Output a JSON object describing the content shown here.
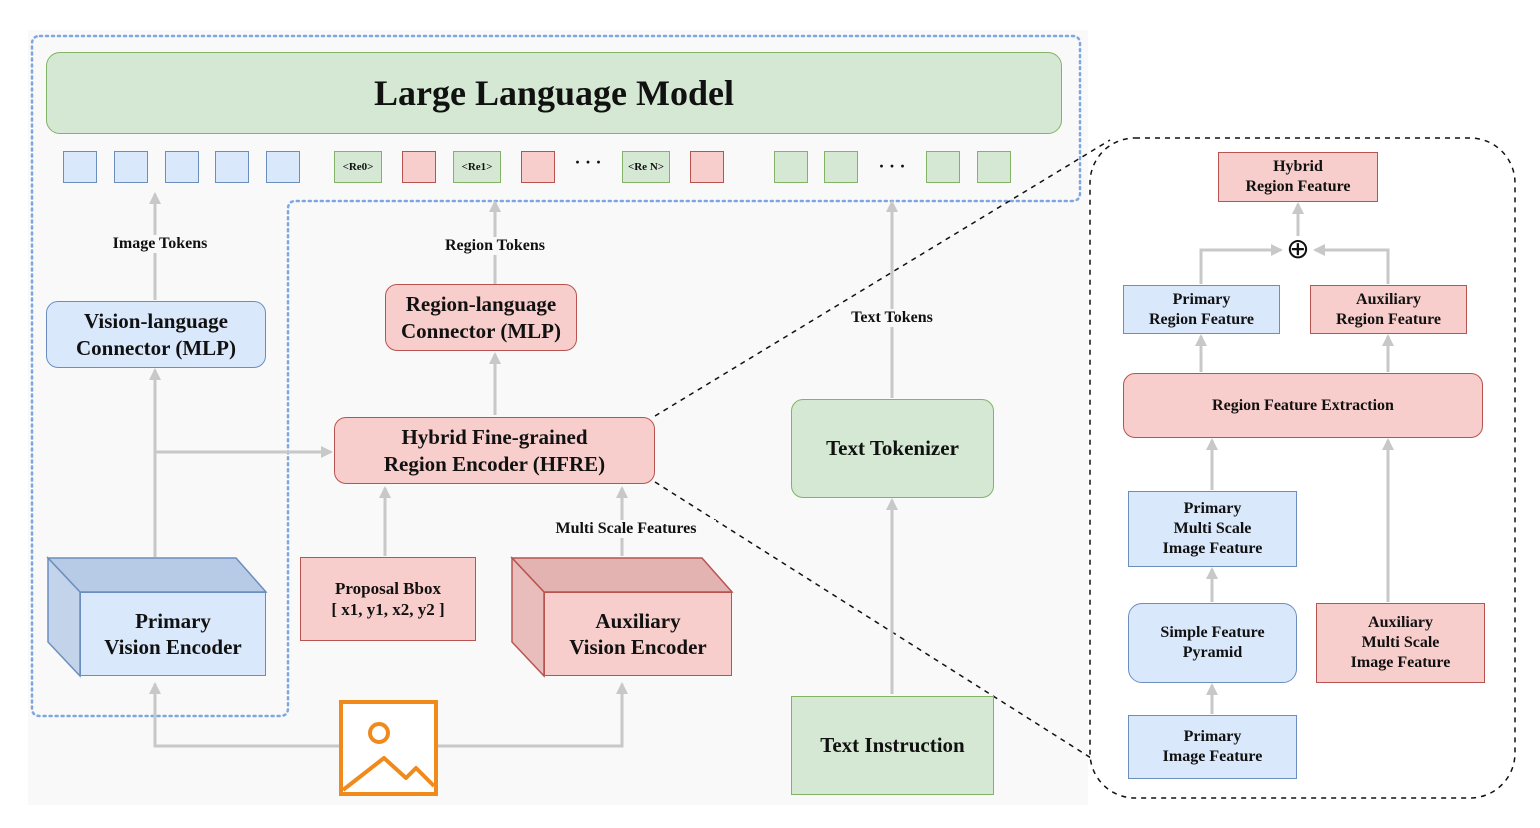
{
  "llm": {
    "title": "Large Language Model"
  },
  "tokens": {
    "region_token_labels": [
      "<Re0>",
      "<Re1>",
      "<Re N>"
    ],
    "ellipsis": "· · ·"
  },
  "labels": {
    "image_tokens": "Image Tokens",
    "region_tokens": "Region Tokens",
    "text_tokens": "Text Tokens",
    "multi_scale_features": "Multi Scale Features"
  },
  "blocks": {
    "vision_language_connector": [
      "Vision-language",
      "Connector (MLP)"
    ],
    "region_language_connector": [
      "Region-language",
      "Connector (MLP)"
    ],
    "hfre": [
      "Hybrid Fine-grained",
      "Region Encoder (HFRE)"
    ],
    "text_tokenizer": "Text Tokenizer",
    "primary_vision_encoder": [
      "Primary",
      "Vision Encoder"
    ],
    "auxiliary_vision_encoder": [
      "Auxiliary",
      "Vision Encoder"
    ],
    "proposal_bbox": [
      "Proposal Bbox",
      "[ x1, y1, x2, y2 ]"
    ],
    "text_instruction": "Text Instruction"
  },
  "detail": {
    "hybrid_region_feature": [
      "Hybrid",
      "Region Feature"
    ],
    "plus_symbol": "⊕",
    "primary_region_feature": [
      "Primary",
      "Region Feature"
    ],
    "auxiliary_region_feature": [
      "Auxiliary",
      "Region Feature"
    ],
    "region_feature_extraction": "Region Feature Extraction",
    "primary_multi_scale": [
      "Primary",
      "Multi Scale",
      "Image Feature"
    ],
    "simple_feature_pyramid": [
      "Simple Feature",
      "Pyramid"
    ],
    "primary_image_feature": [
      "Primary",
      "Image Feature"
    ],
    "auxiliary_multi_scale": [
      "Auxiliary",
      "Multi Scale",
      "Image Feature"
    ]
  },
  "colors": {
    "blue_fill": "#dae8fc",
    "blue_stroke": "#6c8ebf",
    "red_fill": "#f8cecc",
    "red_stroke": "#b85450",
    "green_fill": "#d5e8d4",
    "green_stroke": "#82b366",
    "arrow": "#c8c8c8",
    "dotted_blue": "#7ea6e0",
    "image_icon": "#f08a1c"
  }
}
